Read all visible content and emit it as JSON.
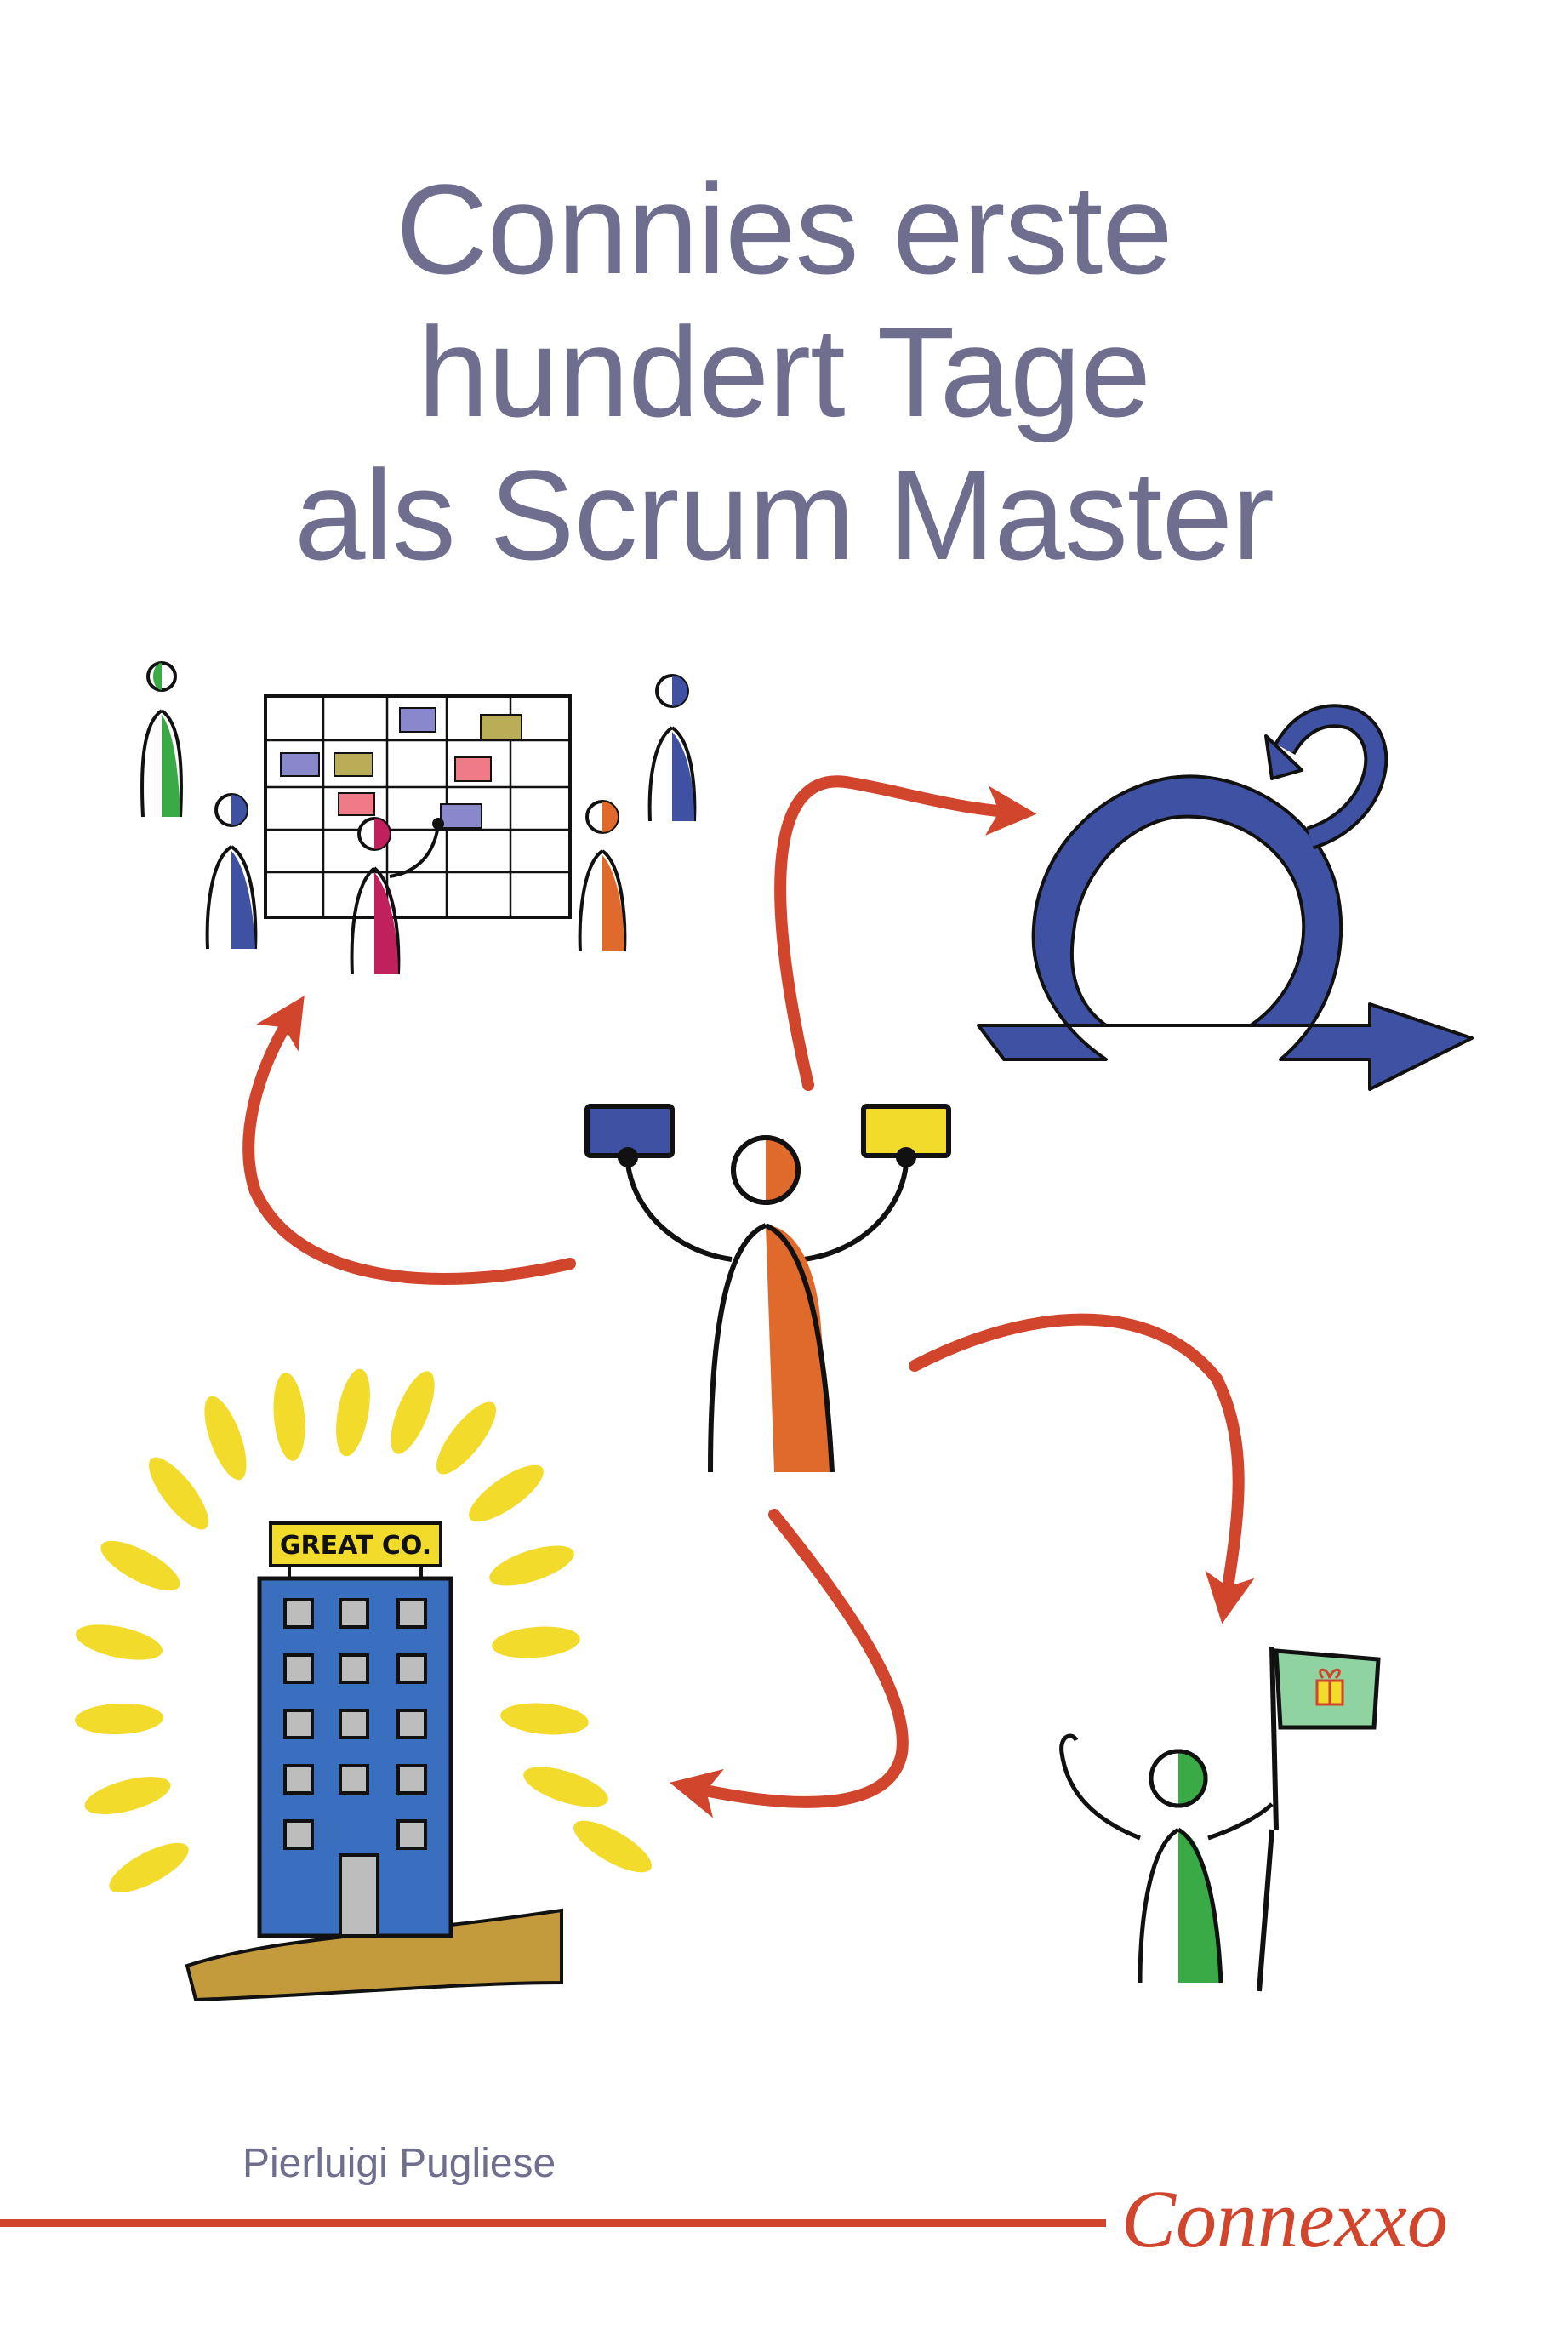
{
  "cover": {
    "title_lines": [
      "Connies erste",
      "hundert Tage",
      "als Scrum Master"
    ],
    "author": "Pierluigi Pugliese",
    "building_sign": "GREAT CO.",
    "publisher_logo": "Connexxo"
  },
  "colors": {
    "title": "#6f6e8f",
    "arrow": "#d2452d",
    "scrum_blue": "#3f51a3",
    "orange": "#e06a2b",
    "green": "#3aaa47",
    "magenta": "#c0215c",
    "yellow": "#f2db2b",
    "building_blue": "#3a6fc0",
    "ground": "#c49b3c",
    "flag": "#8fd3a0"
  },
  "icons": [
    "scrum-board-icon",
    "scrum-cycle-icon",
    "scrum-master-icon",
    "company-building-icon",
    "flag-person-icon"
  ]
}
